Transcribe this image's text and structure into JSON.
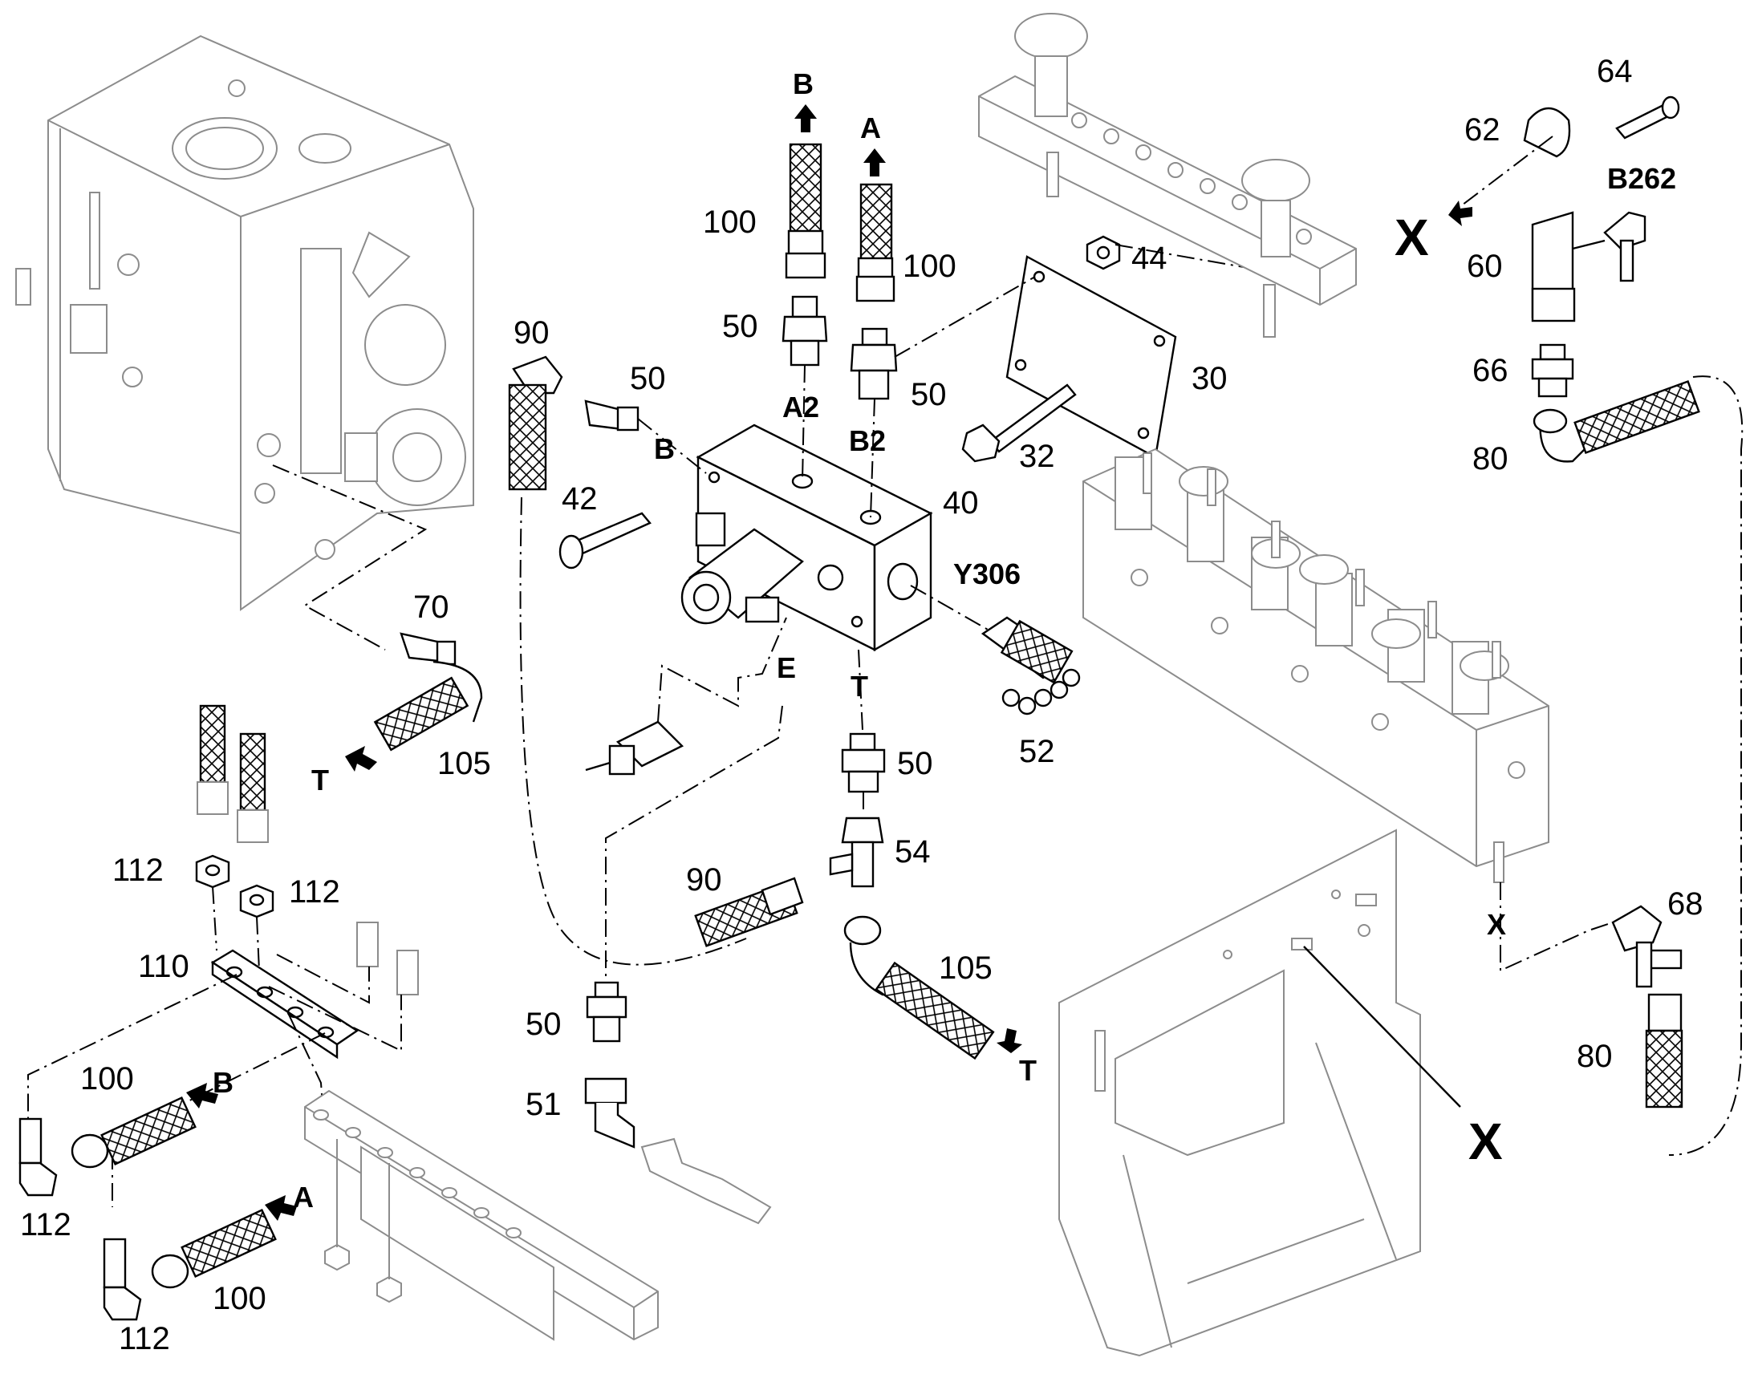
{
  "labels": {
    "p100_b_top": "100",
    "p100_a_top": "100",
    "p50_a2": "50",
    "p50_b2": "50",
    "port_b_top": "B",
    "port_a_top": "A",
    "a2": "A2",
    "b2": "B2",
    "p90_top": "90",
    "p50_b": "50",
    "port_b_side": "B",
    "p42": "42",
    "p40": "40",
    "y306": "Y306",
    "p44": "44",
    "p30": "30",
    "p32": "32",
    "p64": "64",
    "p62": "62",
    "b262": "B262",
    "x_top": "X",
    "p60": "60",
    "p66": "66",
    "p80_top": "80",
    "p70": "70",
    "p105_left": "105",
    "t_left": "T",
    "e": "E",
    "t_mid": "T",
    "p50_t": "50",
    "p52": "52",
    "p54": "54",
    "p90_mid": "90",
    "p105_mid": "105",
    "t_right": "T",
    "p50_e": "50",
    "p51": "51",
    "p112_a": "112",
    "p112_b": "112",
    "p110": "110",
    "p100_b_low": "100",
    "b_low": "B",
    "p112_c": "112",
    "a_low": "A",
    "p100_a_low": "100",
    "p112_d": "112",
    "x_valve": "X",
    "p68": "68",
    "p80_low": "80",
    "x_bottom": "X"
  }
}
